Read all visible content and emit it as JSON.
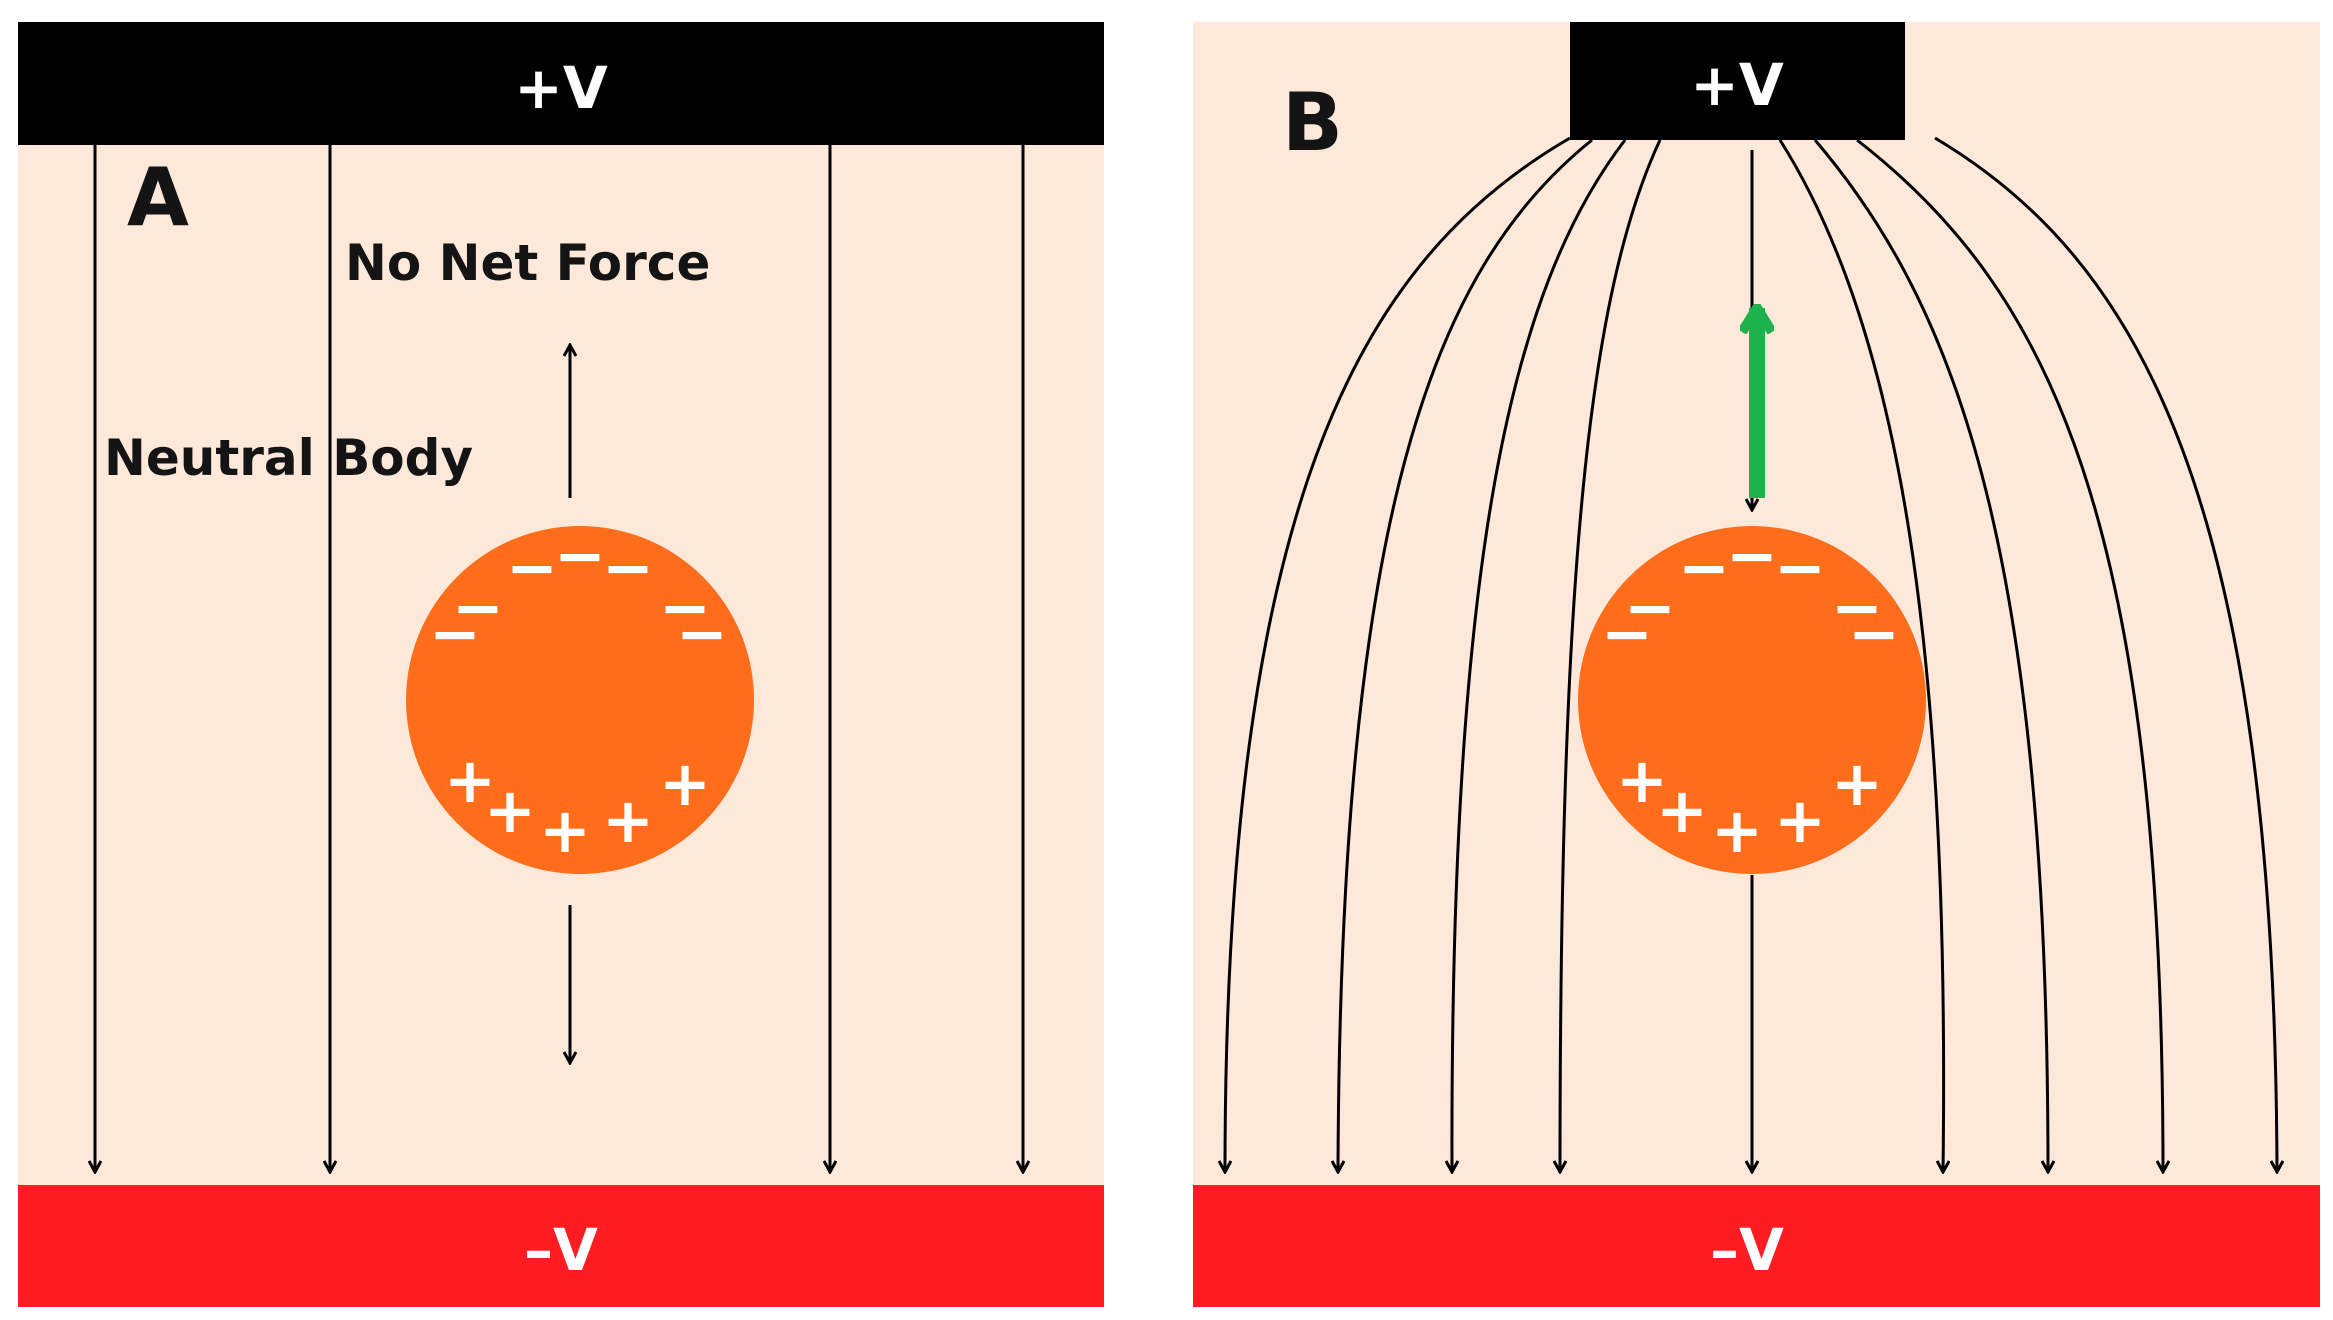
{
  "panels": {
    "a": {
      "letter": "A",
      "top_plate": "+V",
      "bottom_plate": "–V",
      "caption_force": "No Net Force",
      "caption_body": "Neutral Body"
    },
    "b": {
      "letter": "B",
      "top_plate": "+V",
      "bottom_plate": "–V"
    }
  },
  "charges": {
    "negative": "−",
    "positive": "+"
  },
  "colors": {
    "background": "#fde8da",
    "top_plate": "#000000",
    "bottom_plate": "#ff1c23",
    "sphere": "#fd6d1c",
    "field_line": "#000000",
    "force_arrow": "#1db24c",
    "charge_sign": "#ffffff"
  }
}
